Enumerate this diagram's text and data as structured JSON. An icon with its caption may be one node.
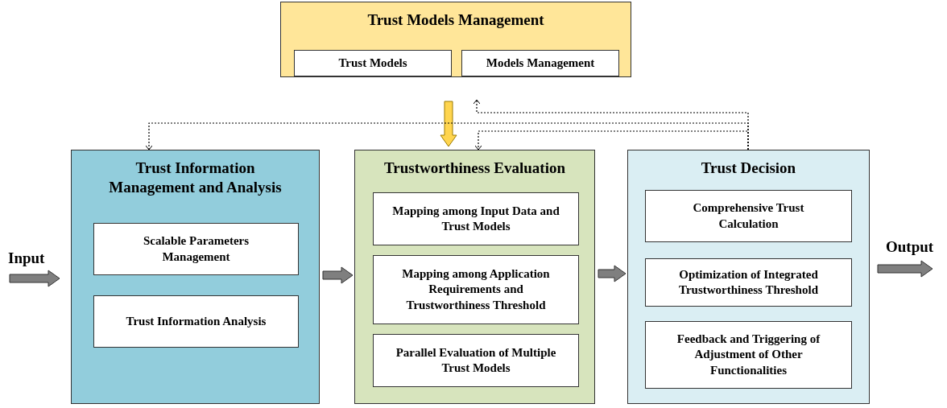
{
  "diagram": {
    "nodes": [
      {
        "text": [
          "Trust Models Management"
        ]
      },
      {
        "text": [
          "Trust Models"
        ],
        "in": 0
      },
      {
        "text": [
          "Models Management"
        ],
        "in": 0
      },
      {
        "text": [
          "Trust Information Management and Analysis"
        ]
      },
      {
        "text": [
          "Scalable Parameters Management"
        ],
        "in": 3
      },
      {
        "text": [
          "Trust Information Analysis"
        ],
        "in": 3
      },
      {
        "text": [
          "Trustworthiness Evaluation"
        ]
      },
      {
        "text": [
          "Mapping among Input Data and Trust Models"
        ],
        "in": 6
      },
      {
        "text": [
          "Mapping among Application Requirements and Trustworthiness Threshold"
        ],
        "in": 6
      },
      {
        "text": [
          "Parallel Evaluation of Multiple Trust Models"
        ],
        "in": 6
      },
      {
        "text": [
          "Trust Decision"
        ]
      },
      {
        "text": [
          "Comprehensive Trust Calculation"
        ],
        "in": 10
      },
      {
        "text": [
          "Optimization of Integrated Trustworthiness Threshold"
        ],
        "in": 10
      },
      {
        "text": [
          "Feedback and Triggering of Adjustment of Other Functionalities"
        ],
        "in": 10
      },
      {
        "text": [
          "Input"
        ]
      },
      {
        "text": [
          "Output"
        ]
      }
    ],
    "edges": [
      {
        "from": 14,
        "to": 3,
        "arrow": "to",
        "style": "thick"
      },
      {
        "from": 3,
        "to": 6,
        "arrow": "to",
        "style": "thick"
      },
      {
        "from": 6,
        "to": 10,
        "arrow": "to",
        "style": "thick"
      },
      {
        "from": 10,
        "to": 15,
        "arrow": "to",
        "style": "thick"
      },
      {
        "from": 0,
        "to": 6,
        "arrow": "to",
        "style": "thick",
        "color": "#ffd54f"
      },
      {
        "from": 10,
        "to": 0,
        "arrow": "to",
        "style": "dashed"
      },
      {
        "from": 10,
        "to": 3,
        "arrow": "to",
        "style": "dashed"
      },
      {
        "from": 10,
        "to": 6,
        "arrow": "to",
        "style": "dashed"
      }
    ]
  }
}
